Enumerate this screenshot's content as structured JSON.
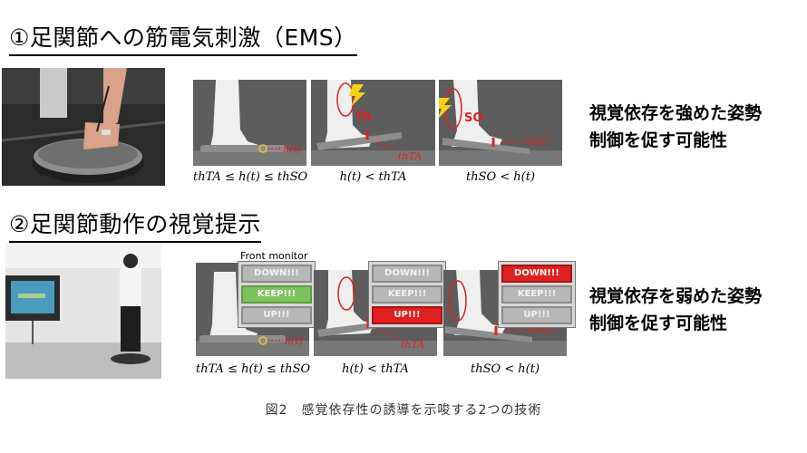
{
  "section1": {
    "heading": "①足関節への筋電気刺激（EMS）",
    "conclusion_line1": "視覚依存を強めた姿勢",
    "conclusion_line2": "制御を促す可能性",
    "panels": [
      {
        "label": "h(t)",
        "formula": "thTA ≤ h(t) ≤ thSO"
      },
      {
        "label": "thTA",
        "stim": "TA",
        "formula": "h(t) < thTA"
      },
      {
        "label": "thSO",
        "stim": "SO",
        "formula": "thSO < h(t)"
      }
    ]
  },
  "section2": {
    "heading": "②足関節動作の視覚提示",
    "monitor_label": "Front monitor",
    "conclusion_line1": "視覚依存を弱めた姿勢",
    "conclusion_line2": "制御を促す可能性",
    "buttons": {
      "down": "DOWN!!!",
      "keep": "KEEP!!!",
      "up": "UP!!!"
    },
    "panels": [
      {
        "label": "h(t)",
        "formula": "thTA ≤ h(t) ≤ thSO"
      },
      {
        "label": "thTA",
        "formula": "h(t) < thTA"
      },
      {
        "label": "thSO",
        "formula": "thSO < h(t)"
      }
    ]
  },
  "caption": "図2　感覚依存性の誘導を示唆する2つの技術",
  "colors": {
    "accent_red": "#e02020",
    "keep_green": "#7dc35b",
    "lightning": "#f7d21b"
  }
}
